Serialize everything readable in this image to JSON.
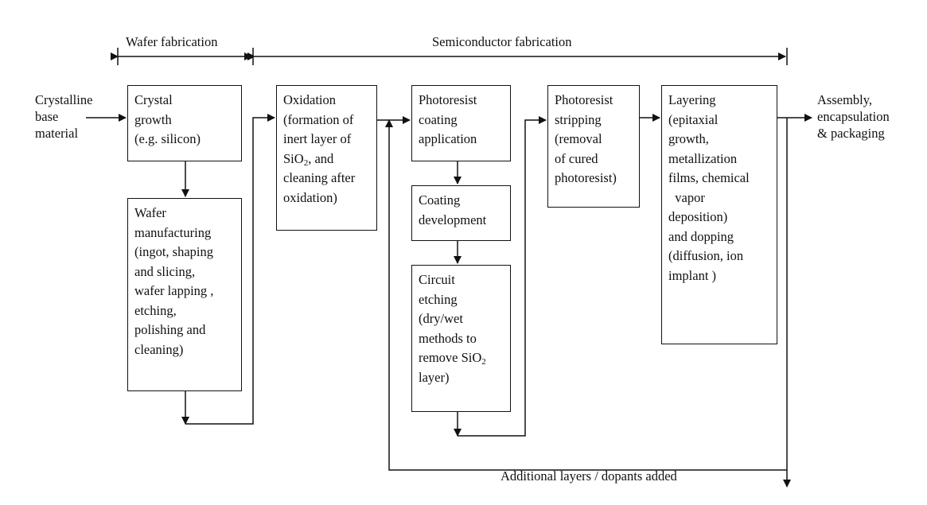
{
  "header": {
    "wafer_fabrication": "Wafer fabrication",
    "semiconductor_fabrication": "Semiconductor fabrication"
  },
  "input_label": [
    "Crystalline",
    "base",
    "material"
  ],
  "output_label": [
    "Assembly,",
    "encapsulation",
    "& packaging"
  ],
  "feedback_label": "Additional layers / dopants added",
  "boxes": {
    "crystal_growth": [
      "Crystal",
      "growth",
      "(e.g. silicon)"
    ],
    "wafer_manufacturing": [
      "Wafer",
      "manufacturing",
      "(ingot, shaping",
      "and slicing,",
      "wafer lapping ,",
      "etching,",
      "polishing and",
      "cleaning)"
    ],
    "oxidation": {
      "lines": [
        "Oxidation",
        "(formation of",
        "inert layer of"
      ],
      "sio2_line": {
        "prefix": "SiO",
        "sub": "2",
        "suffix": ", and"
      },
      "lines_after": [
        "cleaning after",
        "oxidation)"
      ]
    },
    "photoresist_coating": [
      "Photoresist",
      "coating",
      "application"
    ],
    "coating_development": [
      "Coating",
      "development"
    ],
    "circuit_etching": {
      "lines": [
        "Circuit",
        "etching",
        "(dry/wet",
        "methods to"
      ],
      "sio2_line": {
        "prefix": "remove SiO",
        "sub": "2",
        "suffix": ""
      },
      "lines_after": [
        "layer)"
      ]
    },
    "photoresist_stripping": [
      "Photoresist",
      "stripping",
      "(removal",
      "of cured",
      "photoresist)"
    ],
    "layering": [
      "Layering",
      "(epitaxial",
      "growth,",
      "metallization",
      "films, chemical",
      "  vapor",
      "deposition)",
      "and dopping",
      "(diffusion, ion",
      "implant )"
    ]
  }
}
